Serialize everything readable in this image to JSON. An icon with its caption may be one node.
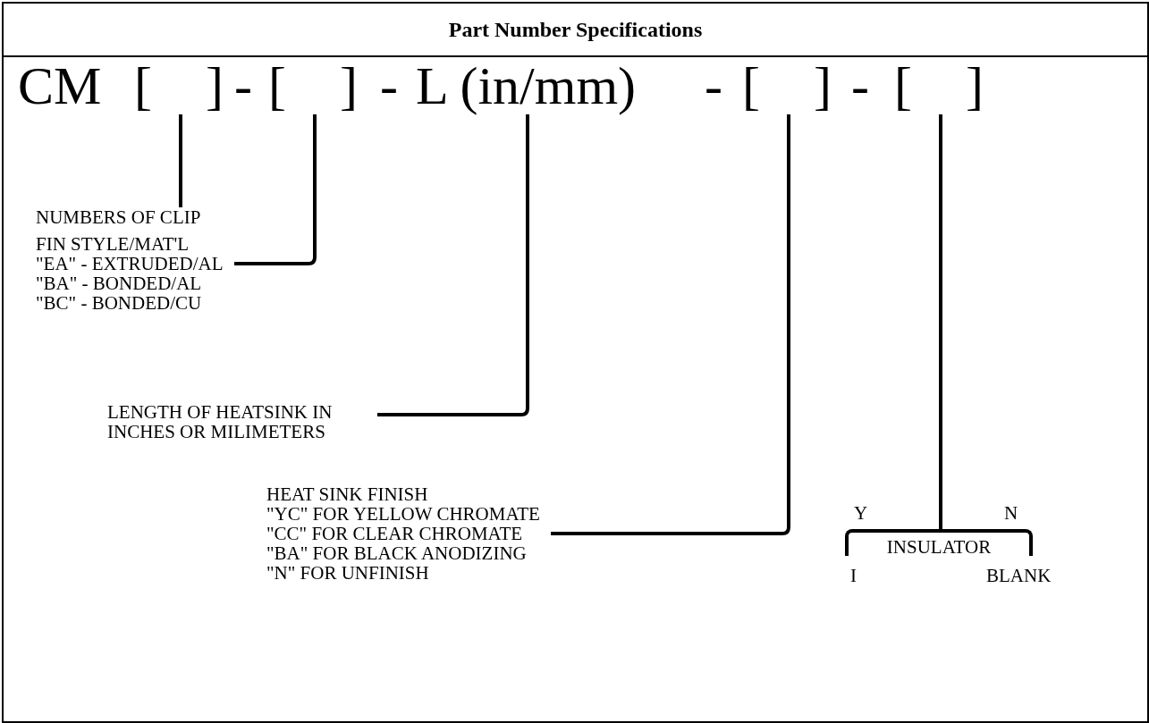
{
  "diagram": {
    "title": "Part Number Specifications",
    "nodes": [
      {
        "text": [
          "[    ]"
        ]
      },
      {
        "text": [
          "[    ]"
        ]
      },
      {
        "text": [
          "L (in/mm)"
        ]
      },
      {
        "text": [
          "[    ]"
        ]
      },
      {
        "text": [
          "[    ]"
        ]
      },
      {
        "text": [
          "NUMBERS OF CLIP"
        ]
      },
      {
        "text": [
          "FIN STYLE/MAT'L",
          "\"EA\" - EXTRUDED/AL",
          "\"BA\" -  BONDED/AL",
          "\"BC\" -  BONDED/CU"
        ]
      },
      {
        "text": [
          "LENGTH OF HEATSINK IN INCHES OR MILIMETERS"
        ]
      },
      {
        "text": [
          "HEAT SINK FINISH",
          "\"YC\" FOR YELLOW CHROMATE",
          "\"CC\" FOR CLEAR CHROMATE",
          "\"BA\" FOR BLACK ANODIZING",
          "\"N\" FOR UNFINISH"
        ]
      },
      {
        "text": [
          "INSULATOR"
        ],
        "beside": [
          "Y",
          "N",
          "I",
          "BLANK"
        ]
      }
    ],
    "edges": [
      {
        "from": 5,
        "to": 0,
        "arrow": "none"
      },
      {
        "from": 6,
        "to": 1,
        "arrow": "none"
      },
      {
        "from": 7,
        "to": 2,
        "arrow": "none"
      },
      {
        "from": 8,
        "to": 3,
        "arrow": "none"
      },
      {
        "from": 9,
        "to": 4,
        "arrow": "none"
      }
    ],
    "labels": [
      "CM",
      "-",
      "-",
      "-",
      "-"
    ]
  }
}
